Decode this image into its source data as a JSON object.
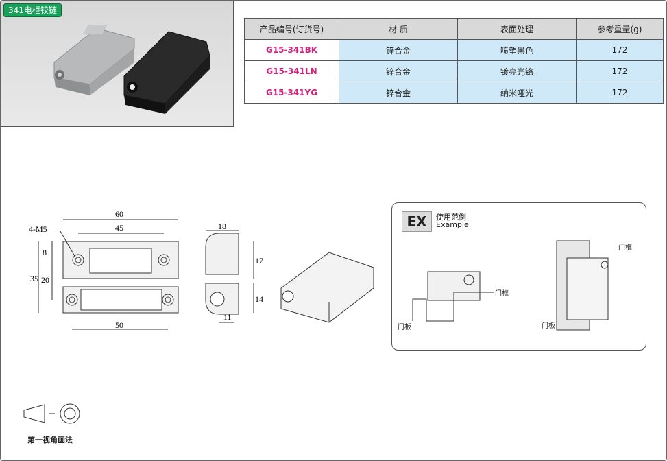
{
  "photo": {
    "tag": "341电柜铰链"
  },
  "spec_table": {
    "headers": [
      "产品编号(订货号)",
      "材 质",
      "表面处理",
      "参考重量(g)"
    ],
    "rows": [
      {
        "code": "G15-341BK",
        "material": "锌合金",
        "finish": "喷塑黑色",
        "weight": "172"
      },
      {
        "code": "G15-341LN",
        "material": "锌合金",
        "finish": "镀亮光铬",
        "weight": "172"
      },
      {
        "code": "G15-341YG",
        "material": "锌合金",
        "finish": "纳米哑光",
        "weight": "172"
      }
    ]
  },
  "drawing": {
    "dim_60": "60",
    "dim_45": "45",
    "dim_50": "50",
    "dim_35": "35",
    "dim_8": "8",
    "dim_20": "20",
    "thread": "4-M5",
    "dim_18": "18",
    "dim_17": "17",
    "dim_14": "14",
    "dim_11": "11"
  },
  "example": {
    "badge": "EX",
    "title_cn": "使用范例",
    "title_en": "Example",
    "door_frame": "门框",
    "door_panel": "门板"
  },
  "projection": {
    "label": "第一视角画法"
  },
  "colors": {
    "code_pink": "#d1237c",
    "cell_blue": "#cfe9f8",
    "tag_green": "#19a05a"
  }
}
